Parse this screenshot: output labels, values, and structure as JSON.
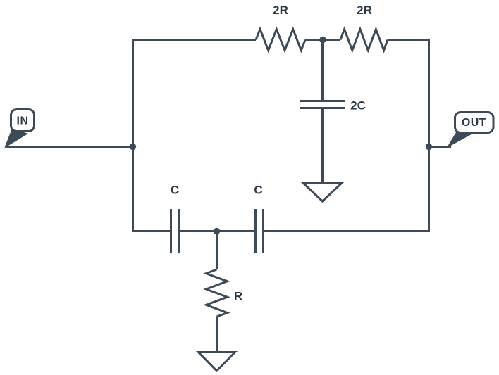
{
  "diagram": {
    "background": "#ffffff",
    "wire_color": "#3e4a56",
    "label_color": "#2e3946",
    "ports": {
      "input_label": "IN",
      "output_label": "OUT"
    },
    "components": {
      "resistor_top_left": {
        "type": "resistor",
        "label": "2R"
      },
      "resistor_top_right": {
        "type": "resistor",
        "label": "2R"
      },
      "capacitor_middle": {
        "type": "capacitor",
        "label": "2C"
      },
      "capacitor_bottom_left": {
        "type": "capacitor",
        "label": "C"
      },
      "capacitor_bottom_right": {
        "type": "capacitor",
        "label": "C"
      },
      "resistor_bottom": {
        "type": "resistor",
        "label": "R"
      }
    },
    "ground_count": 2,
    "junction_count": 4
  }
}
